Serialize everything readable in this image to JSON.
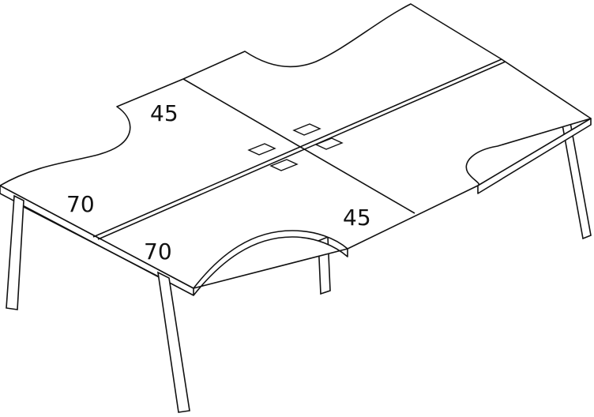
{
  "drawing": {
    "labels": {
      "back_left_depth": "45",
      "front_left_width": "70",
      "front_center_width": "70",
      "front_right_depth": "45"
    },
    "line_color": "#111111",
    "background": "#ffffff"
  }
}
